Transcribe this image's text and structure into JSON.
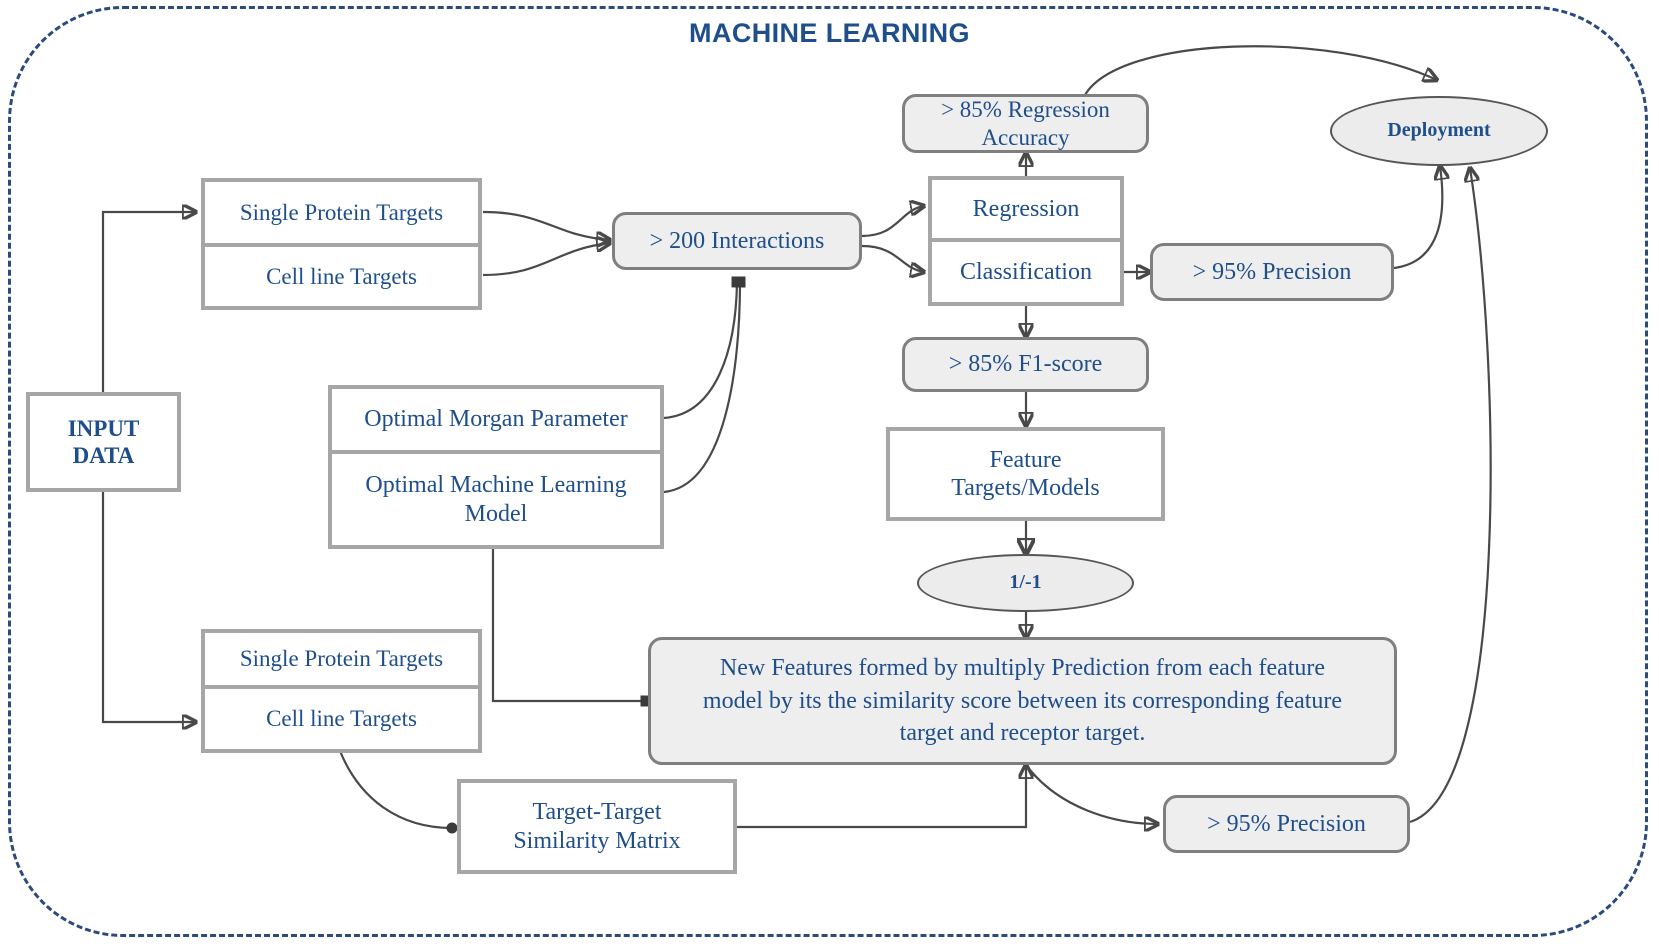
{
  "diagram": {
    "title": "MACHINE LEARNING",
    "frame": {
      "style": "dashed-rounded-rectangle",
      "color": "#2b4a7d"
    },
    "colors": {
      "text": "#1f4e8c",
      "rect_border": "#a6a6a6",
      "round_border": "#7f7f7f",
      "round_fill": "#eeeeee",
      "ellipse_fill": "#ececec",
      "ellipse_border": "#565656",
      "connector": "#494949",
      "frame": "#2b4a7d"
    }
  },
  "nodes": {
    "input_data": "INPUT\nDATA",
    "input_data_line1": "INPUT",
    "input_data_line2": "DATA",
    "top_single_protein_targets": "Single Protein Targets",
    "top_cell_line_targets": "Cell line Targets",
    "interactions": "> 200 Interactions",
    "regression": "Regression",
    "classification": "Classification",
    "regression_accuracy": "> 85% Regression Accuracy",
    "regression_accuracy_line1": "> 85% Regression",
    "regression_accuracy_line2": "Accuracy",
    "precision_top": "> 95% Precision",
    "f1_score": "> 85% F1-score",
    "deployment": "Deployment",
    "feature_targets_models": "Feature Targets/Models",
    "feature_targets_models_line1": "Feature",
    "feature_targets_models_line2": "Targets/Models",
    "one_minus_one": "1/-1",
    "optimal_morgan_parameter": "Optimal Morgan Parameter",
    "optimal_ml_model": "Optimal Machine Learning Model",
    "optimal_ml_model_line1": "Optimal Machine Learning",
    "optimal_ml_model_line2": "Model",
    "bottom_single_protein_targets": "Single Protein Targets",
    "bottom_cell_line_targets": "Cell line Targets",
    "target_target_similarity_matrix": "Target-Target Similarity Matrix",
    "target_target_line1": "Target-Target",
    "target_target_line2": "Similarity Matrix",
    "new_features": "New Features formed by multiply Prediction from each feature model by its the similarity score between its corresponding feature target and receptor target.",
    "new_features_line1": "New Features formed by multiply Prediction from each feature",
    "new_features_line2": "model by its the similarity score between its corresponding feature",
    "new_features_line3": "target and receptor target.",
    "precision_bottom": "> 95% Precision"
  }
}
